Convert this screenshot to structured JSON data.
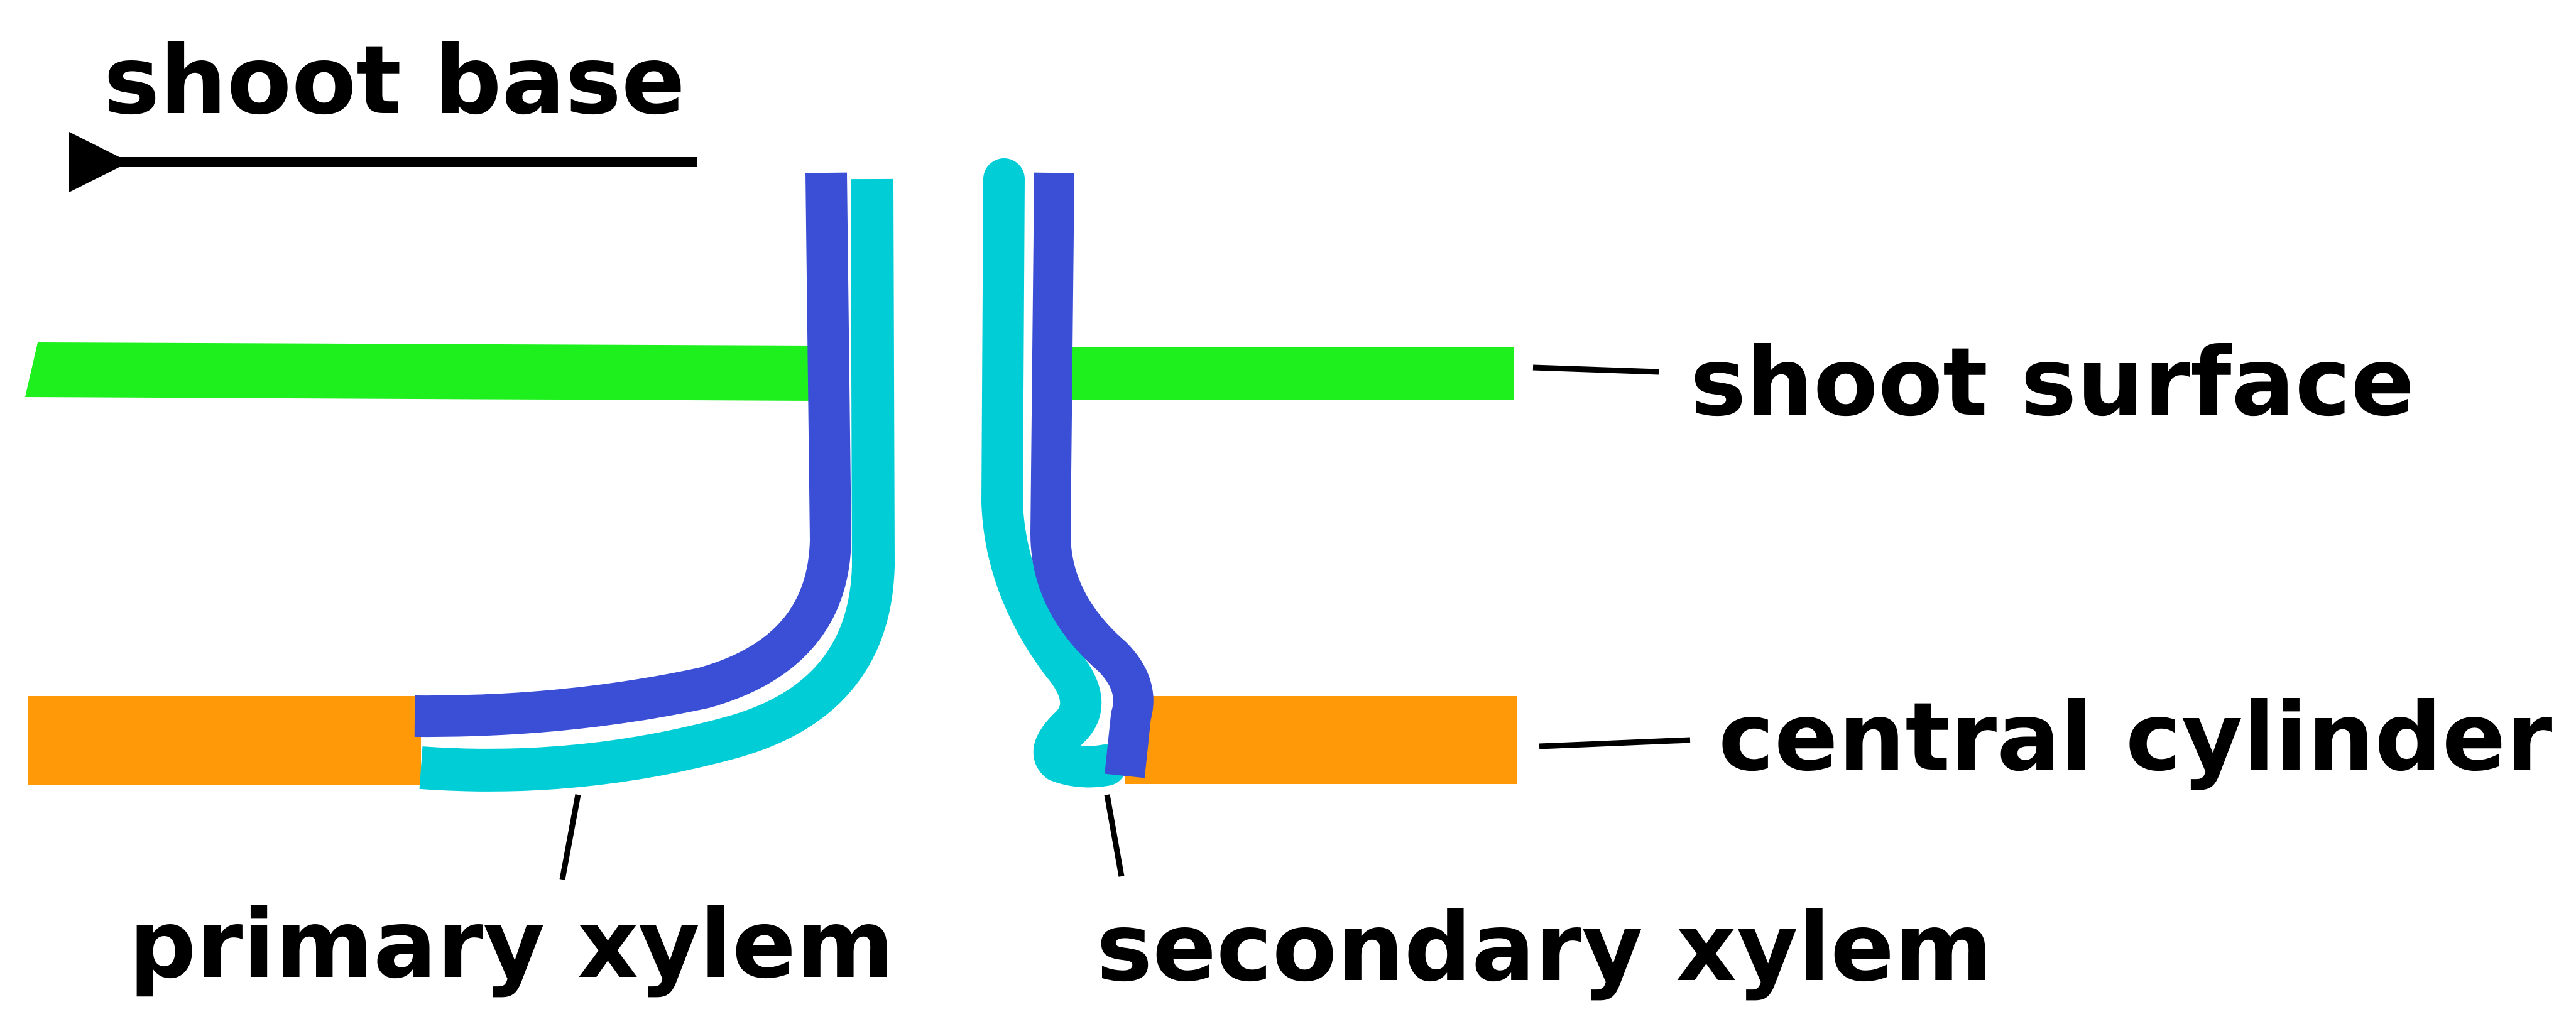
{
  "labels": {
    "shoot_base": "shoot base",
    "shoot_surface": "shoot surface",
    "central_cylinder": "central cylinder",
    "primary_xylem": "primary xylem",
    "secondary_xylem": "secondary xylem"
  },
  "colors": {
    "shoot_surface": "#1ef01e",
    "central_cylinder": "#ff9908",
    "primary_xylem": "#3a4fd6",
    "secondary_xylem": "#00cdd6",
    "leader_line": "#000000",
    "text": "#000000"
  }
}
